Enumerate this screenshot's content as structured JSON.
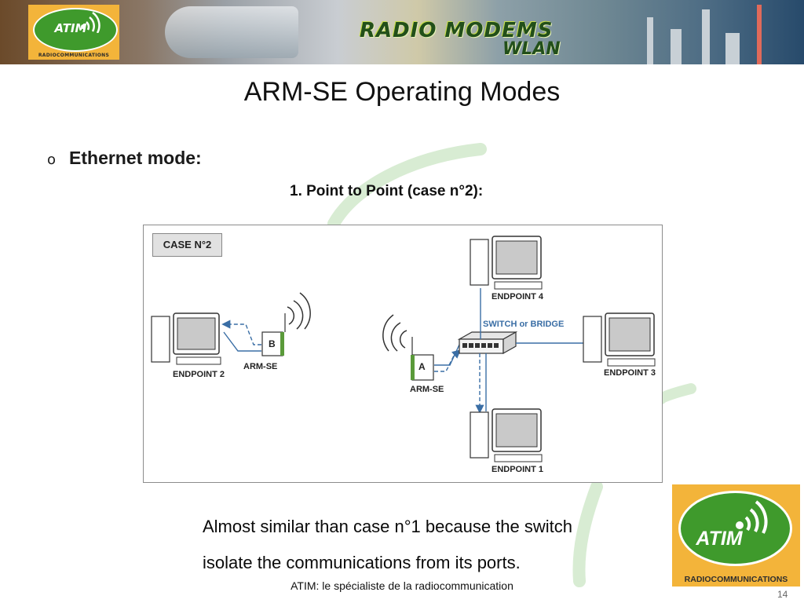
{
  "header": {
    "logo_text": "ATIM",
    "logo_subtext": "RADIOCOMMUNICATIONS",
    "title": "RADIO MODEMS",
    "subtitle": "WLAN"
  },
  "slide": {
    "title": "ARM-SE Operating Modes",
    "bullet_marker": "o",
    "bullet_text": "Ethernet mode:",
    "sub_heading": "1. Point to Point (case n°2):",
    "caption_line1": "Almost similar than case n°1 because the switch",
    "caption_line2": "isolate the communications from its ports."
  },
  "diagram": {
    "case_label": "CASE N°2",
    "endpoint_1": "ENDPOINT 1",
    "endpoint_2": "ENDPOINT 2",
    "endpoint_3": "ENDPOINT 3",
    "endpoint_4": "ENDPOINT 4",
    "switch_label": "SWITCH or BRIDGE",
    "modem_a_label": "ARM-SE",
    "modem_b_label": "ARM-SE",
    "modem_a_letter": "A",
    "modem_b_letter": "B",
    "link_color": "#3a6ea5"
  },
  "corner_logo": {
    "text": "ATIM",
    "subtext": "RADIOCOMMUNICATIONS"
  },
  "footer": {
    "text": "ATIM: le spécialiste de la radiocommunication",
    "page_number": "14"
  }
}
